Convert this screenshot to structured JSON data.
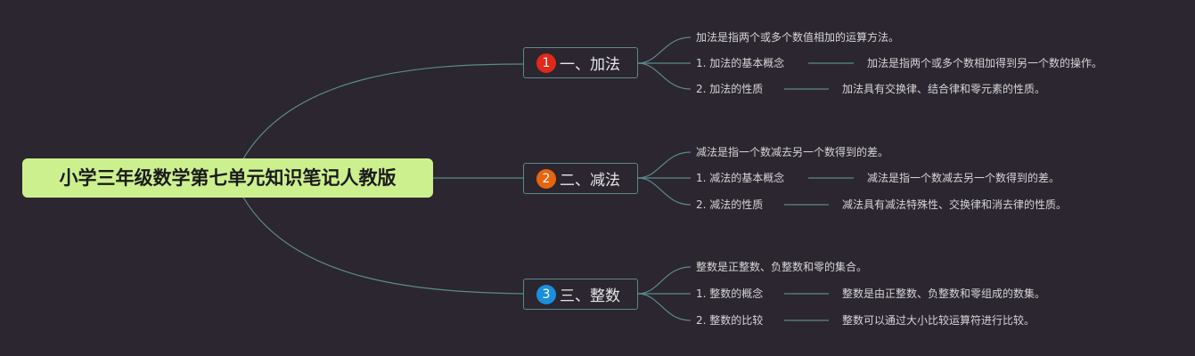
{
  "root": {
    "label": "小学三年级数学第七单元知识笔记人教版"
  },
  "topics": [
    {
      "number": "1",
      "label": "一、加法",
      "badge_color": "#e0281b",
      "summary": "加法是指两个或多个数值相加的运算方法。",
      "items": [
        {
          "label": "1. 加法的基本概念",
          "detail": "加法是指两个或多个数相加得到另一个数的操作。"
        },
        {
          "label": "2. 加法的性质",
          "detail": "加法具有交换律、结合律和零元素的性质。"
        }
      ]
    },
    {
      "number": "2",
      "label": "二、减法",
      "badge_color": "#e8650f",
      "summary": "减法是指一个数减去另一个数得到的差。",
      "items": [
        {
          "label": "1. 减法的基本概念",
          "detail": "减法是指一个数减去另一个数得到的差。"
        },
        {
          "label": "2. 减法的性质",
          "detail": "减法具有减法特殊性、交换律和消去律的性质。"
        }
      ]
    },
    {
      "number": "3",
      "label": "三、整数",
      "badge_color": "#1b8fdc",
      "summary": "整数是正整数、负整数和零的集合。",
      "items": [
        {
          "label": "1. 整数的概念",
          "detail": "整数是由正整数、负整数和零组成的数集。"
        },
        {
          "label": "2. 整数的比较",
          "detail": "整数可以通过大小比较运算符进行比较。"
        }
      ]
    }
  ],
  "colors": {
    "background": "#2b2630",
    "connector": "#5d8a8a",
    "root_fill": "#cdf08f"
  }
}
